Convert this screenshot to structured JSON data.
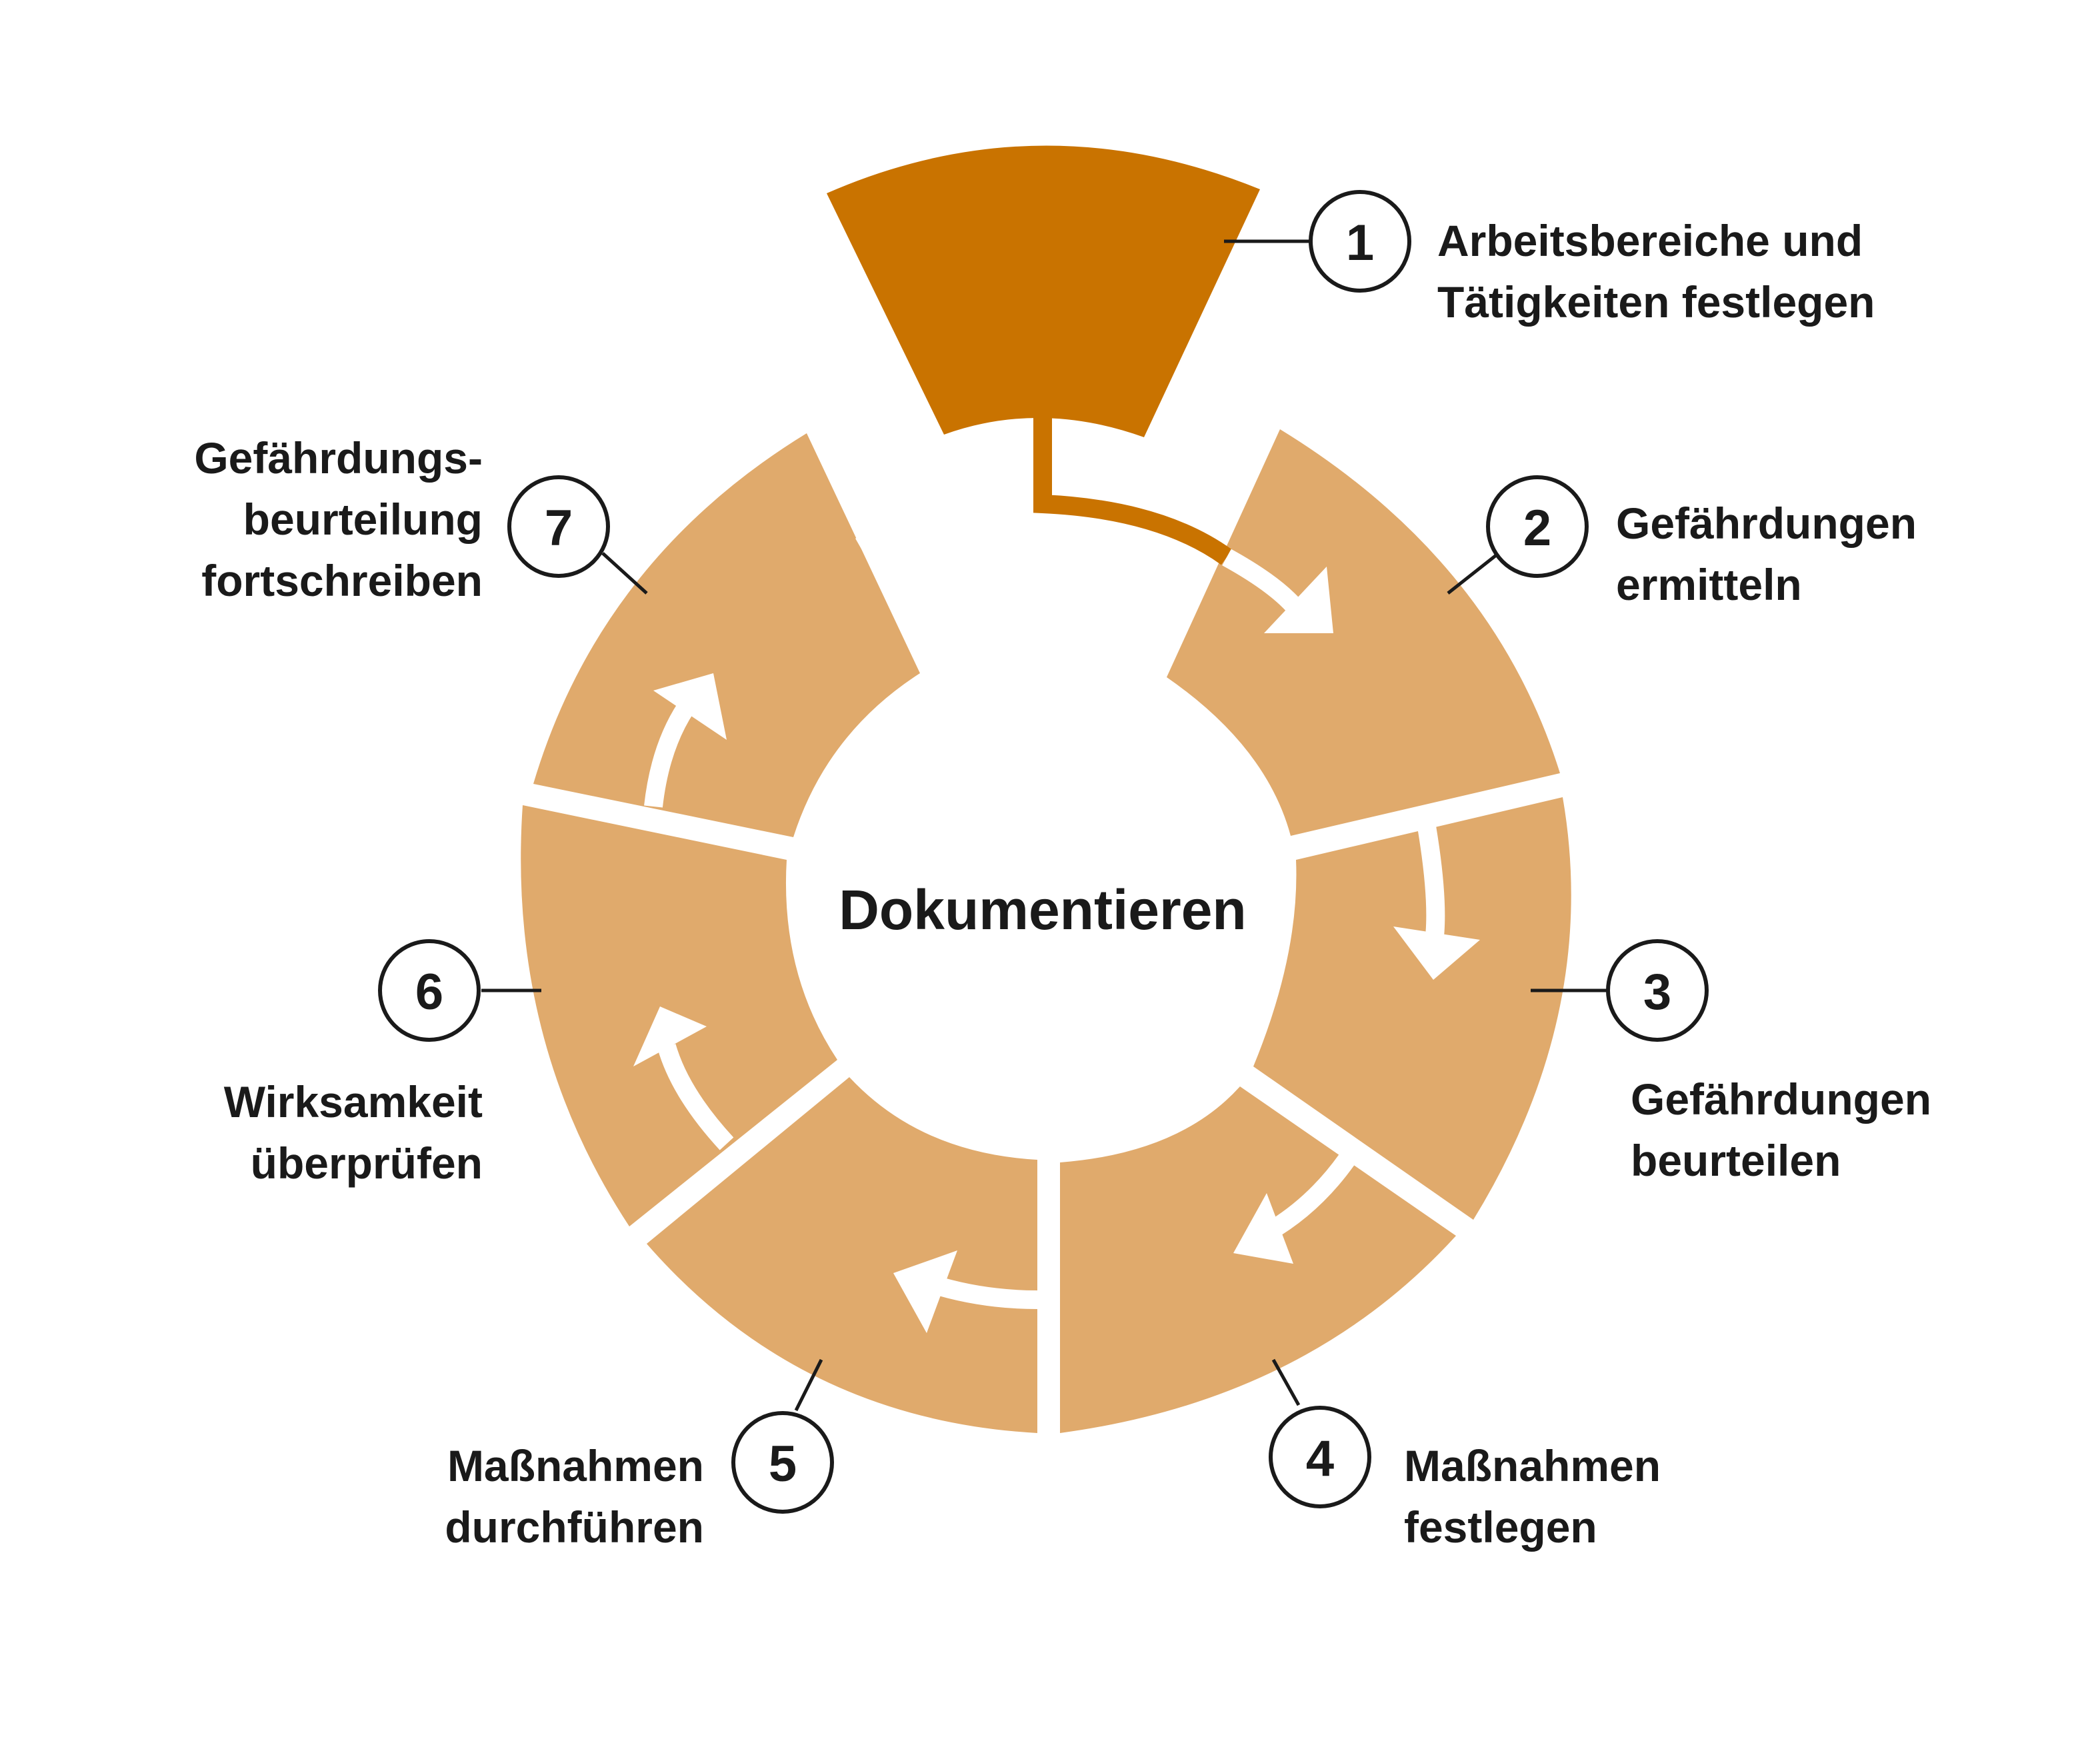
{
  "colors": {
    "accent": "#C97300",
    "segment": "#E0AA6C",
    "text": "#1a1a1a"
  },
  "center": {
    "label": "Dokumentieren"
  },
  "steps": [
    {
      "number": "1",
      "lines": [
        "Arbeitsbereiche und",
        "Tätigkeiten festlegen"
      ]
    },
    {
      "number": "2",
      "lines": [
        "Gefährdungen",
        "ermitteln"
      ]
    },
    {
      "number": "3",
      "lines": [
        "Gefährdungen",
        "beurteilen"
      ]
    },
    {
      "number": "4",
      "lines": [
        "Maßnahmen",
        "festlegen"
      ]
    },
    {
      "number": "5",
      "lines": [
        "Maßnahmen",
        "durchführen"
      ]
    },
    {
      "number": "6",
      "lines": [
        "Wirksamkeit",
        "überprüfen"
      ]
    },
    {
      "number": "7",
      "lines": [
        "Gefährdungs-",
        "beurteilung",
        "fortschreiben"
      ]
    }
  ]
}
